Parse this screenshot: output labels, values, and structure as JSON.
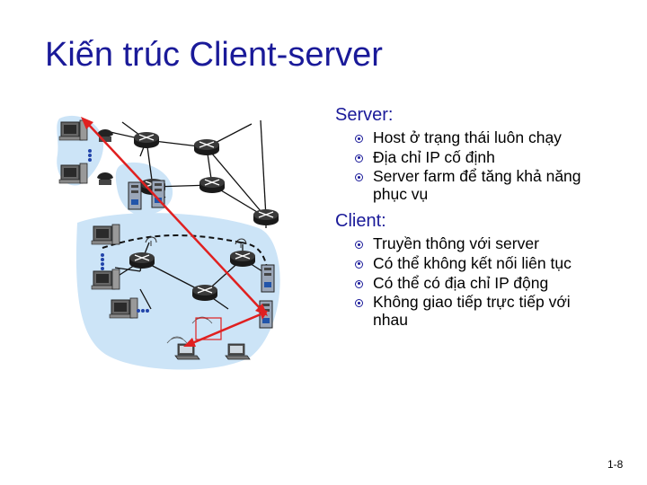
{
  "slide": {
    "title": "Kiến trúc Client-server",
    "page_number": "1-8"
  },
  "server": {
    "heading": "Server:",
    "items": [
      "Host ở trạng thái luôn chạy",
      "Địa chỉ IP cố định",
      "Server farm để tăng khả năng phục vụ"
    ]
  },
  "client": {
    "heading": "Client:",
    "items": [
      "Truyền thông với server",
      "Có thể không kết nối liên tục",
      "Có thể có địa chỉ IP động",
      "Không giao tiếp trực tiếp với nhau"
    ]
  },
  "colors": {
    "title": "#1a1a99",
    "arrow": "#e02020",
    "cloud": "#cce4f7",
    "router": "#1a1a1a"
  },
  "icons": [
    "router-icon",
    "desktop-computer-icon",
    "laptop-icon",
    "server-icon",
    "telephone-icon",
    "satellite-dish-icon",
    "wireless-signal-icon"
  ]
}
